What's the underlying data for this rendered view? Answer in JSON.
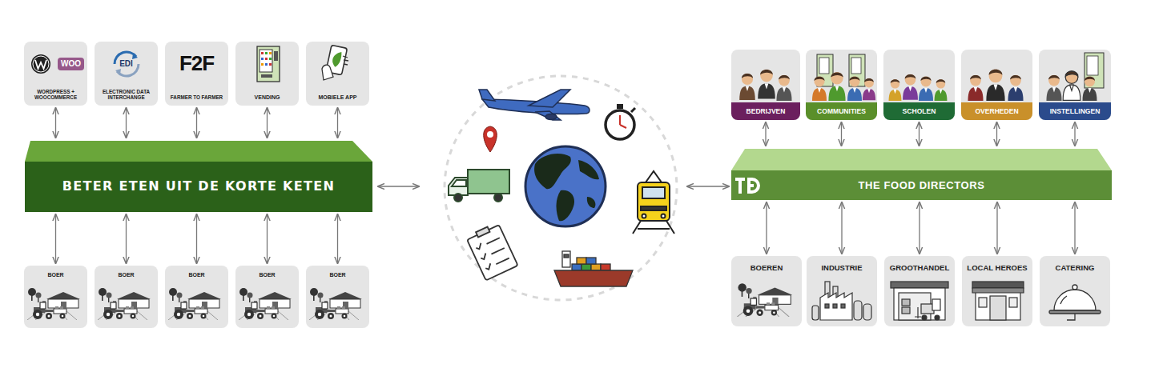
{
  "diagram": {
    "nodes": [
      {
        "text": [
          "WOO",
          "WORDPRESS + WOOCOMMERCE"
        ]
      },
      {
        "text": [
          "EDI",
          "ELECTRONIC DATA INTERCHANGE"
        ]
      },
      {
        "text": [
          "F2F",
          "FARMER TO FARMER"
        ]
      },
      {
        "text": [
          "VENDING"
        ]
      },
      {
        "text": [
          "MOBIELE APP"
        ]
      },
      {
        "text": [
          "BETER ETEN UIT DE KORTE KETEN"
        ]
      },
      {
        "text": [
          "BOER"
        ]
      },
      {
        "text": [
          "BOER"
        ]
      },
      {
        "text": [
          "BOER"
        ]
      },
      {
        "text": [
          "BOER"
        ]
      },
      {
        "text": [
          "BOER"
        ]
      },
      {
        "text": [
          "BEDRIJVEN"
        ]
      },
      {
        "text": [
          "COMMUNITIES"
        ]
      },
      {
        "text": [
          "SCHOLEN"
        ]
      },
      {
        "text": [
          "OVERHEDEN"
        ]
      },
      {
        "text": [
          "INSTELLINGEN"
        ]
      },
      {
        "text": [
          "THE FOOD DIRECTORS"
        ]
      },
      {
        "text": [
          "BOEREN"
        ]
      },
      {
        "text": [
          "INDUSTRIE"
        ]
      },
      {
        "text": [
          "GROOTHANDEL"
        ]
      },
      {
        "text": [
          "LOCAL HEROES"
        ]
      },
      {
        "text": [
          "CATERING"
        ]
      }
    ],
    "edges": [
      {
        "from": 0,
        "to": 5,
        "arrow": "both"
      },
      {
        "from": 1,
        "to": 5,
        "arrow": "both"
      },
      {
        "from": 2,
        "to": 5,
        "arrow": "both"
      },
      {
        "from": 3,
        "to": 5,
        "arrow": "both"
      },
      {
        "from": 4,
        "to": 5,
        "arrow": "both"
      },
      {
        "from": 5,
        "to": 6,
        "arrow": "both"
      },
      {
        "from": 5,
        "to": 7,
        "arrow": "both"
      },
      {
        "from": 5,
        "to": 8,
        "arrow": "both"
      },
      {
        "from": 5,
        "to": 9,
        "arrow": "both"
      },
      {
        "from": 5,
        "to": 10,
        "arrow": "both"
      },
      {
        "from": 11,
        "to": 16,
        "arrow": "both"
      },
      {
        "from": 12,
        "to": 16,
        "arrow": "both"
      },
      {
        "from": 13,
        "to": 16,
        "arrow": "both"
      },
      {
        "from": 14,
        "to": 16,
        "arrow": "both"
      },
      {
        "from": 15,
        "to": 16,
        "arrow": "both"
      },
      {
        "from": 16,
        "to": 17,
        "arrow": "both"
      },
      {
        "from": 16,
        "to": 18,
        "arrow": "both"
      },
      {
        "from": 16,
        "to": 19,
        "arrow": "both"
      },
      {
        "from": 16,
        "to": 20,
        "arrow": "both"
      },
      {
        "from": 16,
        "to": 21,
        "arrow": "both"
      }
    ]
  }
}
